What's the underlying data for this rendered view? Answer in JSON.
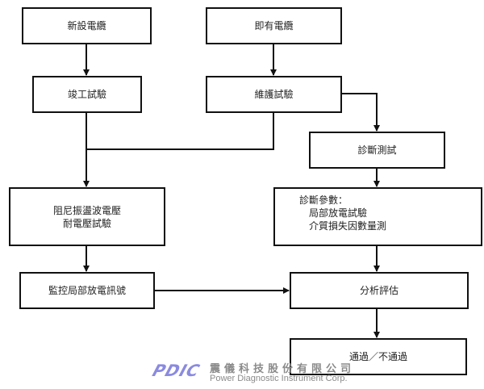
{
  "nodes": {
    "new_cable": "新設電纜",
    "existing_cable": "即有電纜",
    "completion_test": "竣工試驗",
    "maintenance_test": "維護試驗",
    "diagnostic_test": "診斷測試",
    "dac_test": [
      "阻尼振盪波電壓",
      "耐電壓試驗"
    ],
    "diagnostic_params": {
      "title": "診斷參數：",
      "items": [
        "局部放電試驗",
        "介質損失因數量測"
      ]
    },
    "pd_monitoring": "監控局部放電訊號",
    "analysis": "分析評估",
    "pass_fail": "通過／不通過"
  },
  "edges": [
    [
      "new_cable",
      "completion_test"
    ],
    [
      "existing_cable",
      "maintenance_test"
    ],
    [
      "completion_test",
      "dac_test"
    ],
    [
      "maintenance_test",
      "dac_test"
    ],
    [
      "maintenance_test",
      "diagnostic_test"
    ],
    [
      "diagnostic_test",
      "diagnostic_params"
    ],
    [
      "dac_test",
      "pd_monitoring"
    ],
    [
      "pd_monitoring",
      "analysis"
    ],
    [
      "diagnostic_params",
      "analysis"
    ],
    [
      "analysis",
      "pass_fail"
    ]
  ],
  "logo": {
    "mark": "PDIC",
    "company_cn": "震儀科技股份有限公司",
    "company_en": "Power Diagnostic Instrument Corp.",
    "mark_color": "#8a8ae0"
  },
  "colors": {
    "line": "#111111",
    "box_border": "#111111"
  }
}
